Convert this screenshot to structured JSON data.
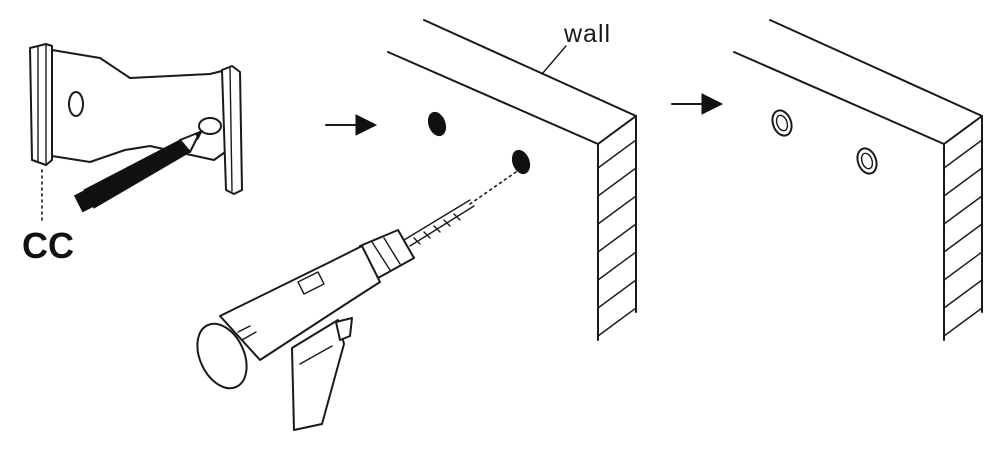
{
  "labels": {
    "wall": "wall",
    "cc": "CC"
  },
  "steps": [
    {
      "name": "mark-holes"
    },
    {
      "name": "drill-holes"
    },
    {
      "name": "insert-anchors"
    }
  ],
  "colors": {
    "ink": "#1a1a1a",
    "fill": "#111111",
    "background": "#ffffff"
  },
  "icons": [
    "bracket-icon",
    "pencil-icon",
    "drill-icon",
    "arrow-right-icon",
    "wall-icon",
    "hole-icon",
    "anchor-icon"
  ]
}
